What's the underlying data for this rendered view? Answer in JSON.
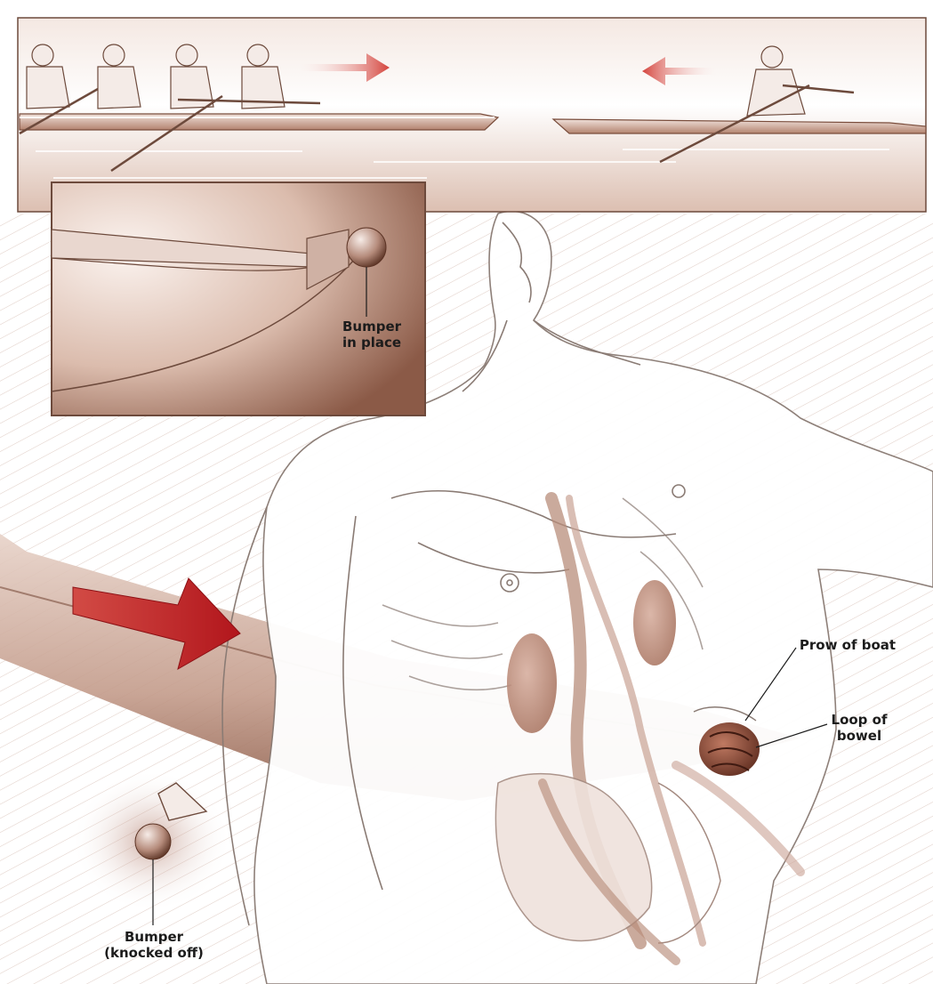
{
  "labels": {
    "bumper_in_place_line1": "Bumper",
    "bumper_in_place_line2": "in place",
    "prow_of_boat": "Prow of boat",
    "loop_of_bowel_line1": "Loop of",
    "loop_of_bowel_line2": "bowel",
    "bumper_knocked_off_line1": "Bumper",
    "bumper_knocked_off_line2": "(knocked off)"
  },
  "colors": {
    "sepia_dark": "#6b3f2e",
    "sepia_mid": "#b88d7b",
    "sepia_light": "#e8d3c8",
    "arrow_red": "#c0282c",
    "arrow_red_light": "#d9776f",
    "outline": "#7a6a62"
  }
}
